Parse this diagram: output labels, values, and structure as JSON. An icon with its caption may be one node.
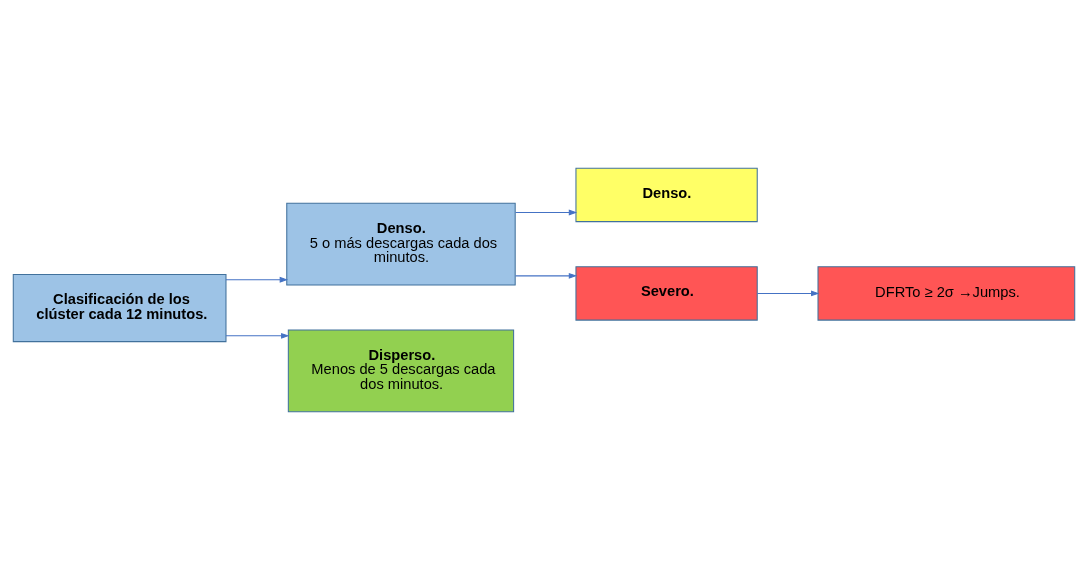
{
  "diagram": {
    "nodes": [
      {
        "text": [
          "Clasificación de los clúster cada 12 minutos."
        ]
      },
      {
        "text": [
          "Denso.",
          "5 o más descargas cada dos minutos."
        ]
      },
      {
        "text": [
          "Disperso.",
          "Menos de 5 descargas cada dos minutos."
        ]
      },
      {
        "text": [
          "Denso."
        ]
      },
      {
        "text": [
          "Severo."
        ]
      },
      {
        "text": [
          "DFRTo ≥ 2σ →Jumps."
        ]
      }
    ],
    "edges": [
      {
        "from": 0,
        "to": 1,
        "arrow": "to"
      },
      {
        "from": 0,
        "to": 2,
        "arrow": "to"
      },
      {
        "from": 1,
        "to": 3,
        "arrow": "to"
      },
      {
        "from": 1,
        "to": 4,
        "arrow": "to"
      },
      {
        "from": 4,
        "to": 5,
        "arrow": "to"
      }
    ]
  }
}
